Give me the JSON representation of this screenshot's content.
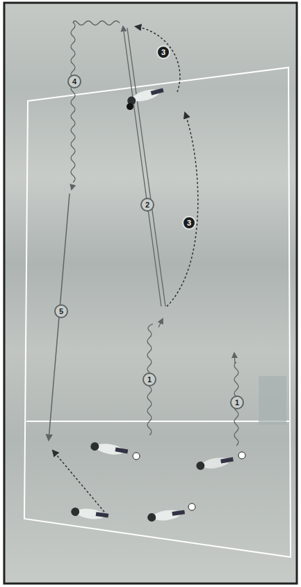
{
  "diagram": {
    "labels": [
      "3",
      "4",
      "2",
      "3",
      "5",
      "1",
      "1"
    ]
  }
}
